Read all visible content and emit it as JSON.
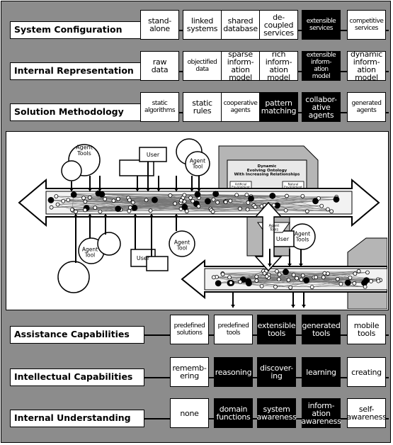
{
  "top_rows": [
    {
      "label": "System Configuration",
      "cells": [
        {
          "text": "stand-\nalone",
          "dark": false,
          "small": false
        },
        {
          "text": "linked\nsystems",
          "dark": false,
          "small": false
        },
        {
          "text": "shared\ndatabase",
          "dark": false,
          "small": false
        },
        {
          "text": "de-\ncoupled\nservices",
          "dark": false,
          "small": false
        },
        {
          "text": "extensible\nservices",
          "dark": true,
          "small": true
        },
        {
          "text": "competitive\nservices",
          "dark": false,
          "small": true
        }
      ]
    },
    {
      "label": "Internal Representation",
      "cells": [
        {
          "text": "raw\ndata",
          "dark": false,
          "small": false
        },
        {
          "text": "objectified\ndata",
          "dark": false,
          "small": true
        },
        {
          "text": "sparse\ninform-\nation\nmodel",
          "dark": false,
          "small": false
        },
        {
          "text": "rich\ninform-\nation\nmodel",
          "dark": false,
          "small": false
        },
        {
          "text": "extensible\ninform-\nation\nmodel",
          "dark": true,
          "small": true
        },
        {
          "text": "dynamic\ninform-\nation\nmodel",
          "dark": false,
          "small": false
        }
      ]
    },
    {
      "label": "Solution Methodology",
      "cells": [
        {
          "text": "static\nalgorithms",
          "dark": false,
          "small": true
        },
        {
          "text": "static\nrules",
          "dark": false,
          "small": false
        },
        {
          "text": "cooperative\nagents",
          "dark": false,
          "small": true
        },
        {
          "text": "pattern\nmatching",
          "dark": true,
          "small": false
        },
        {
          "text": "collabor-\native\nagents",
          "dark": true,
          "small": false
        },
        {
          "text": "generated\nagents",
          "dark": false,
          "small": true
        }
      ]
    }
  ],
  "bottom_rows": [
    {
      "label": "Assistance Capabilities",
      "cells": [
        {
          "text": "predefined\nsolutions",
          "dark": false,
          "small": true
        },
        {
          "text": "predefined\ntools",
          "dark": false,
          "small": true
        },
        {
          "text": "extensible\ntools",
          "dark": true,
          "small": false
        },
        {
          "text": "generated\ntools",
          "dark": true,
          "small": false
        },
        {
          "text": "mobile\ntools",
          "dark": false,
          "small": false
        }
      ]
    },
    {
      "label": "Intellectual Capabilities",
      "cells": [
        {
          "text": "rememb-\nering",
          "dark": false,
          "small": false
        },
        {
          "text": "reasoning",
          "dark": true,
          "small": false
        },
        {
          "text": "discover-\ning",
          "dark": true,
          "small": false
        },
        {
          "text": "learning",
          "dark": true,
          "small": false
        },
        {
          "text": "creating",
          "dark": false,
          "small": false
        }
      ]
    },
    {
      "label": "Internal Understanding",
      "cells": [
        {
          "text": "none",
          "dark": false,
          "small": false
        },
        {
          "text": "domain\nfunctions",
          "dark": true,
          "small": false
        },
        {
          "text": "system\nawareness",
          "dark": true,
          "small": false
        },
        {
          "text": "inform-\nation\nawareness",
          "dark": true,
          "small": false
        },
        {
          "text": "self-\nawareness",
          "dark": false,
          "small": false
        }
      ]
    }
  ],
  "diagram": {
    "agent_tools_label": "Agent\nTools",
    "agent_tool_label": "Agent\nTool",
    "user_label": "User",
    "ontology_title": "Dynamic\nEvolving Ontology\nWith Increasing Relationships",
    "ontology_left": "Artificial\nEnvironment",
    "ontology_right": "Natural\nEnvironment"
  }
}
